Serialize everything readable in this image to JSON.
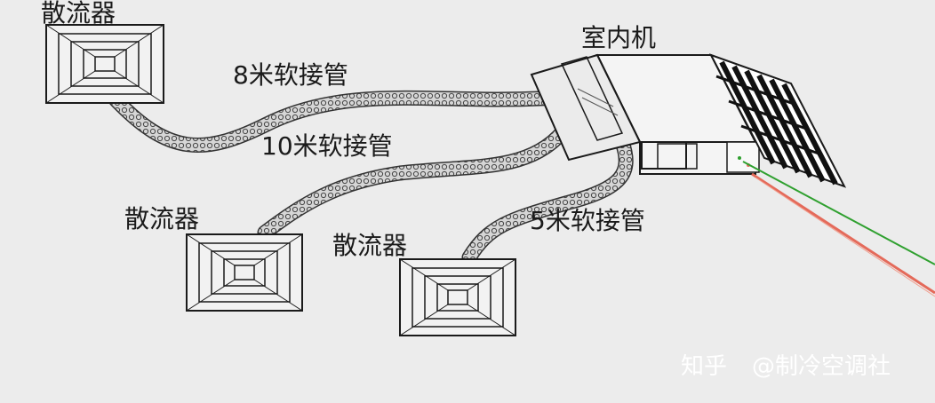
{
  "labels": {
    "diffuser_top": "散流器",
    "diffuser_mid": "散流器",
    "diffuser_right": "散流器",
    "indoor_unit": "室内机",
    "hose_8m": "8米软接管",
    "hose_10m": "10米软接管",
    "hose_5m": "5米软接管"
  },
  "watermark": {
    "platform": "知乎",
    "author": "@制冷空调社"
  },
  "colors": {
    "background": "#ececec",
    "line": "#1a1a1a",
    "hose_fill": "#9a9a9a",
    "pipe_green": "#2fa02f",
    "pipe_red": "#e46a5a"
  }
}
